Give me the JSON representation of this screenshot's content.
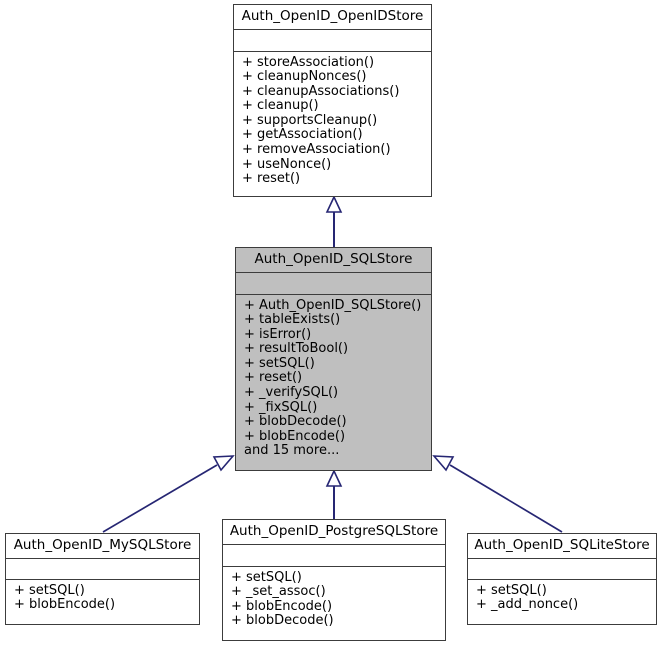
{
  "diagram": {
    "kind": "uml-class-inheritance-diagram",
    "background_color": "#ffffff",
    "box_border_color": "#3c3c3c",
    "highlight_fill_color": "#bfbfbf",
    "edge_color": "#262673",
    "classes": [
      {
        "id": "openidstore",
        "name": "Auth_OpenID_OpenIDStore",
        "highlighted": false,
        "attributes": [],
        "operations": [
          "+ storeAssociation()",
          "+ cleanupNonces()",
          "+ cleanupAssociations()",
          "+ cleanup()",
          "+ supportsCleanup()",
          "+ getAssociation()",
          "+ removeAssociation()",
          "+ useNonce()",
          "+ reset()"
        ],
        "more_label": ""
      },
      {
        "id": "sqlstore",
        "name": "Auth_OpenID_SQLStore",
        "highlighted": true,
        "attributes": [],
        "operations": [
          "+ Auth_OpenID_SQLStore()",
          "+ tableExists()",
          "+ isError()",
          "+ resultToBool()",
          "+ setSQL()",
          "+ reset()",
          "+ _verifySQL()",
          "+ _fixSQL()",
          "+ blobDecode()",
          "+ blobEncode()"
        ],
        "more_label": "and 15 more..."
      },
      {
        "id": "mysqlstore",
        "name": "Auth_OpenID_MySQLStore",
        "highlighted": false,
        "attributes": [],
        "operations": [
          "+ setSQL()",
          "+ blobEncode()"
        ],
        "more_label": ""
      },
      {
        "id": "postgresqlstore",
        "name": "Auth_OpenID_PostgreSQLStore",
        "highlighted": false,
        "attributes": [],
        "operations": [
          "+ setSQL()",
          "+ _set_assoc()",
          "+ blobEncode()",
          "+ blobDecode()"
        ],
        "more_label": ""
      },
      {
        "id": "sqlitestore",
        "name": "Auth_OpenID_SQLiteStore",
        "highlighted": false,
        "attributes": [],
        "operations": [
          "+ setSQL()",
          "+ _add_nonce()"
        ],
        "more_label": ""
      }
    ],
    "edges": [
      {
        "from": "sqlstore",
        "to": "openidstore",
        "type": "generalization"
      },
      {
        "from": "mysqlstore",
        "to": "sqlstore",
        "type": "generalization"
      },
      {
        "from": "postgresqlstore",
        "to": "sqlstore",
        "type": "generalization"
      },
      {
        "from": "sqlitestore",
        "to": "sqlstore",
        "type": "generalization"
      }
    ]
  }
}
